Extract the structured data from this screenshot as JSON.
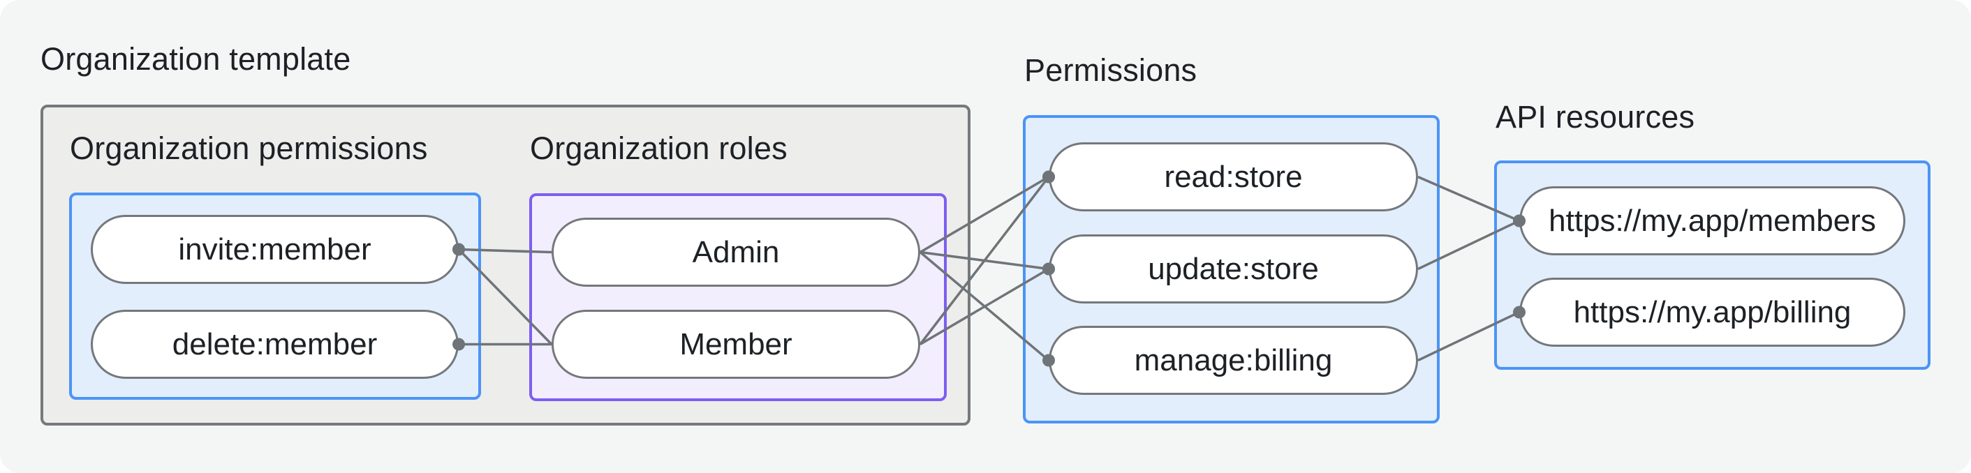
{
  "titles": {
    "organization_template": "Organization template",
    "organization_permissions": "Organization permissions",
    "organization_roles": "Organization roles",
    "permissions": "Permissions",
    "api_resources": "API resources"
  },
  "nodes": {
    "invite_member": {
      "label": "invite:member"
    },
    "delete_member": {
      "label": "delete:member"
    },
    "admin": {
      "label": "Admin"
    },
    "member": {
      "label": "Member"
    },
    "read_store": {
      "label": "read:store"
    },
    "update_store": {
      "label": "update:store"
    },
    "manage_billing": {
      "label": "manage:billing"
    },
    "api_members": {
      "label": "https://my.app/members"
    },
    "api_billing": {
      "label": "https://my.app/billing"
    }
  },
  "edges": [
    {
      "from": "invite_member",
      "to": "admin",
      "dot_at": "from"
    },
    {
      "from": "invite_member",
      "to": "member",
      "dot_at": "from"
    },
    {
      "from": "delete_member",
      "to": "member",
      "dot_at": "from"
    },
    {
      "from": "admin",
      "to": "read_store",
      "dot_at": "to"
    },
    {
      "from": "admin",
      "to": "update_store",
      "dot_at": "to"
    },
    {
      "from": "admin",
      "to": "manage_billing",
      "dot_at": "to"
    },
    {
      "from": "member",
      "to": "read_store",
      "dot_at": "to"
    },
    {
      "from": "member",
      "to": "update_store",
      "dot_at": "to"
    },
    {
      "from": "read_store",
      "to": "api_members",
      "dot_at": "to"
    },
    {
      "from": "update_store",
      "to": "api_members",
      "dot_at": "to"
    },
    {
      "from": "manage_billing",
      "to": "api_billing",
      "dot_at": "to"
    }
  ],
  "edge_style": {
    "line_width": 3.5,
    "dot_radius": 9
  },
  "colors": {
    "page_bg": "#f4f6f5",
    "gray_fill": "#ededec",
    "gray_border": "#75797b",
    "blue_fill": "#e2eefc",
    "blue_border": "#4b94f8",
    "purple_fill": "#f3eefd",
    "purple_border": "#7d5ef1",
    "pill_fill": "#ffffff",
    "pill_border": "#74787b",
    "line": "#6f7478",
    "text": "#1d2125"
  }
}
